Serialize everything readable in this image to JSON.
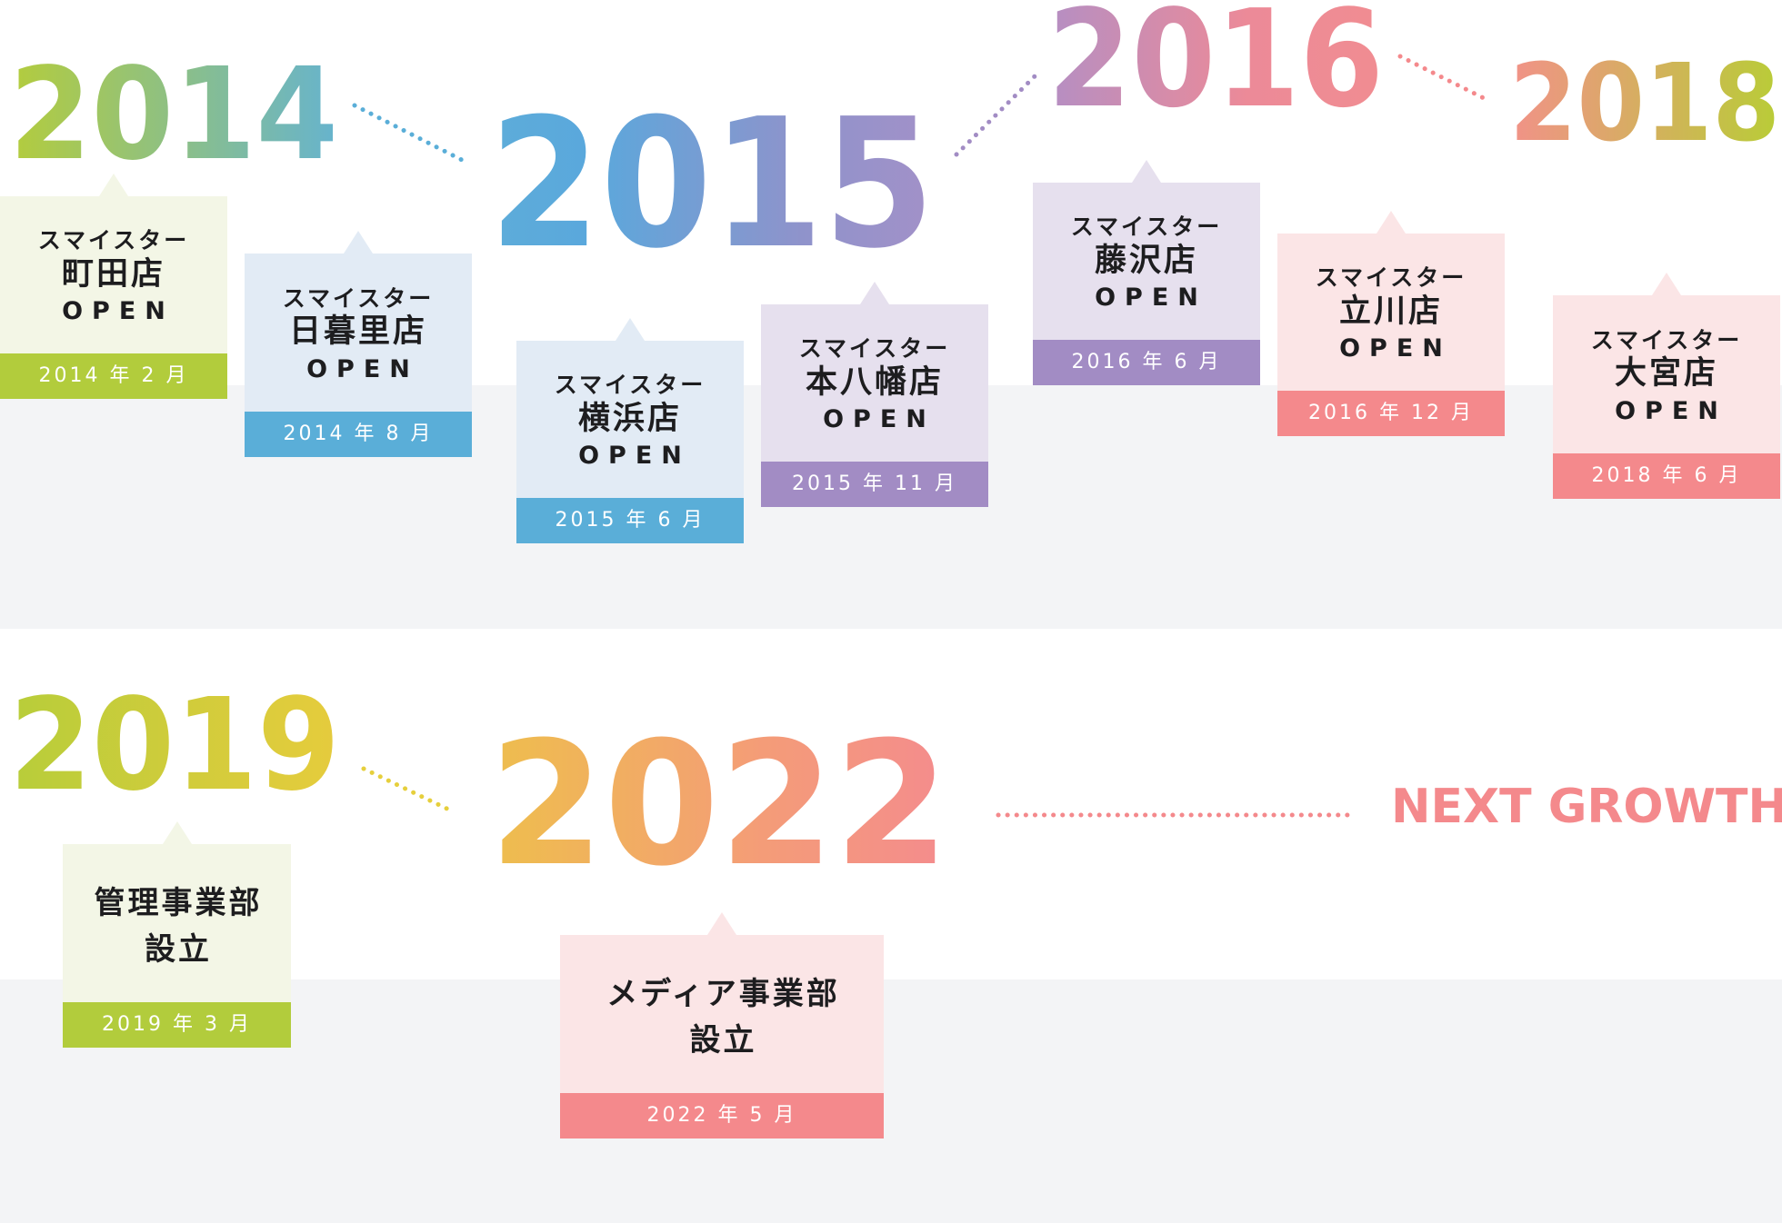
{
  "years": [
    {
      "label": "2014",
      "row": 1
    },
    {
      "label": "2015",
      "row": 1
    },
    {
      "label": "2016",
      "row": 1
    },
    {
      "label": "2018",
      "row": 1
    },
    {
      "label": "2019",
      "row": 2
    },
    {
      "label": "2022",
      "row": 2
    }
  ],
  "next_growth": "NEXT GROWTH",
  "colors": {
    "green": "#b2cc3c",
    "green_bg": "#f3f6e6",
    "blue": "#5aaed8",
    "blue_bg": "#e2ebf5",
    "purple": "#a28cc4",
    "purple_bg": "#e6e0ee",
    "pink": "#f4898c",
    "pink_bg": "#fbe5e6",
    "band_bg": "#f3f4f6",
    "yellow": "#e6cf3c",
    "orange": "#f3a66e"
  },
  "events": [
    {
      "line1": "スマイスター",
      "line2": "町田店",
      "line3": "OPEN",
      "date": "2014 年 2 月",
      "theme": "green"
    },
    {
      "line1": "スマイスター",
      "line2": "日暮里店",
      "line3": "OPEN",
      "date": "2014 年 8 月",
      "theme": "blue"
    },
    {
      "line1": "スマイスター",
      "line2": "横浜店",
      "line3": "OPEN",
      "date": "2015 年 6 月",
      "theme": "blue"
    },
    {
      "line1": "スマイスター",
      "line2": "本八幡店",
      "line3": "OPEN",
      "date": "2015 年 11 月",
      "theme": "purple"
    },
    {
      "line1": "スマイスター",
      "line2": "藤沢店",
      "line3": "OPEN",
      "date": "2016 年 6 月",
      "theme": "purple"
    },
    {
      "line1": "スマイスター",
      "line2": "立川店",
      "line3": "OPEN",
      "date": "2016 年 12 月",
      "theme": "pink"
    },
    {
      "line1": "スマイスター",
      "line2": "大宮店",
      "line3": "OPEN",
      "date": "2018 年 6 月",
      "theme": "pink"
    },
    {
      "line1": "管理事業部",
      "line2": "設立",
      "date": "2019 年 3 月",
      "theme": "green"
    },
    {
      "line1": "メディア事業部",
      "line2": "設立",
      "date": "2022 年 5 月",
      "theme": "pink"
    }
  ]
}
